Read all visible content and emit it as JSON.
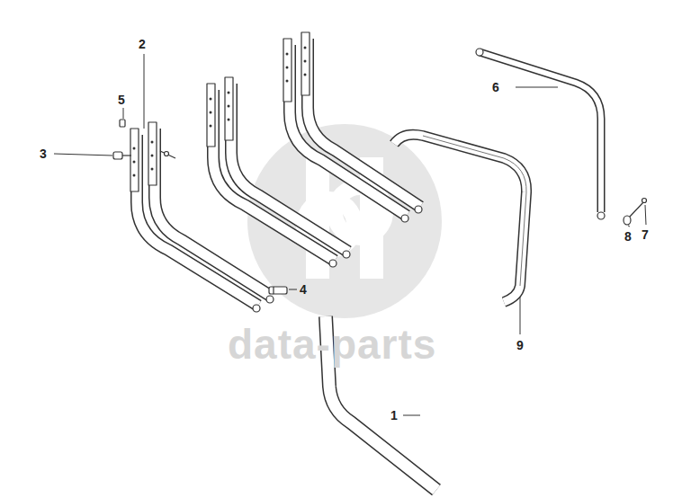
{
  "diagram": {
    "labels": [
      "2",
      "5",
      "3",
      "6",
      "4",
      "7",
      "8",
      "9",
      "data-parts",
      "1"
    ]
  }
}
